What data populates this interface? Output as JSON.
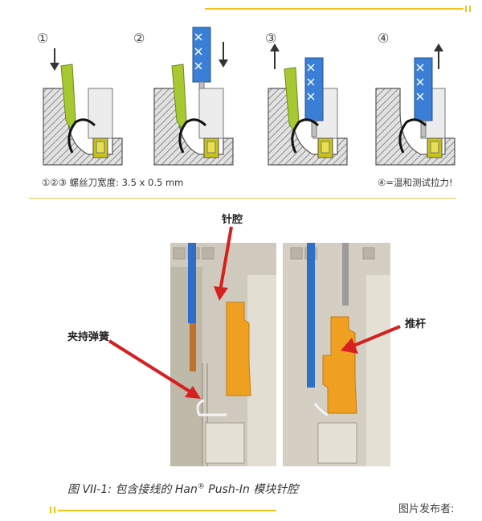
{
  "steps": [
    {
      "num": "①"
    },
    {
      "num": "②"
    },
    {
      "num": "③"
    },
    {
      "num": "④"
    }
  ],
  "captions": {
    "screwdriver_width": "①②③ 螺丝刀宽度: 3.5 x 0.5 mm",
    "pull_test": "④=温和测试拉力!"
  },
  "callouts": {
    "pin_cavity": "针腔",
    "clamp_spring": "夹持弹簧",
    "push_rod": "推杆"
  },
  "figure_caption": {
    "prefix": "图 VII-1: 包含接线的 Han",
    "reg": "®",
    "suffix": " Push-In 模块针腔"
  },
  "publisher_label": "图片发布者:",
  "colors": {
    "accent_yellow": "#f0c419",
    "screwdriver_green": "#a8c832",
    "wire_blue": "#3a7fd5",
    "rod_orange": "#f0a020",
    "arrow_red": "#d62020",
    "hatch_gray": "#9a9a9a"
  }
}
